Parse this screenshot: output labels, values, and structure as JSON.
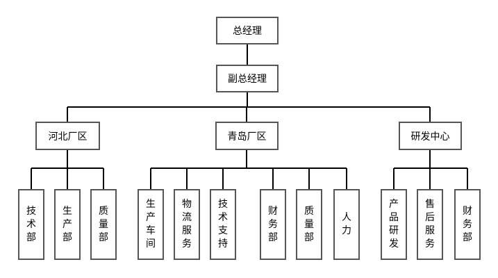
{
  "org_chart": {
    "top": "总经理",
    "deputy": "副总经理",
    "branches": [
      {
        "name": "河北厂区",
        "departments": [
          "技术部",
          "生产部",
          "质量部"
        ]
      },
      {
        "name": "青岛厂区",
        "departments": [
          "生产车间",
          "物流服务",
          "技术支持",
          "财务部",
          "质量部",
          "人力"
        ]
      },
      {
        "name": "研发中心",
        "departments": [
          "产品研发",
          "售后服务",
          "财务部"
        ]
      }
    ]
  }
}
